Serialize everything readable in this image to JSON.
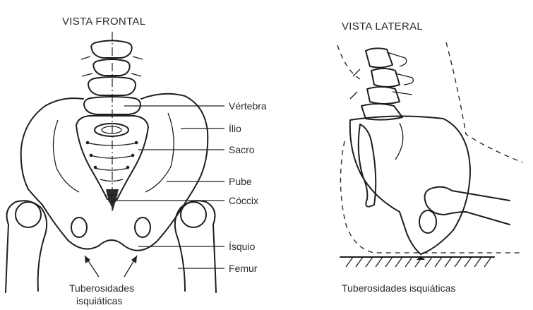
{
  "frontal": {
    "title": "VISTA FRONTAL",
    "labels": {
      "vertebra": "Vértebra",
      "ilio": "Ílio",
      "sacro": "Sacro",
      "pube": "Pube",
      "coccix": "Cóccix",
      "isquio": "Ísquio",
      "femur": "Femur"
    },
    "caption_line1": "Tuberosidades",
    "caption_line2": "isquiáticas"
  },
  "lateral": {
    "title": "VISTA LATERAL",
    "caption": "Tuberosidades isquiáticas"
  }
}
